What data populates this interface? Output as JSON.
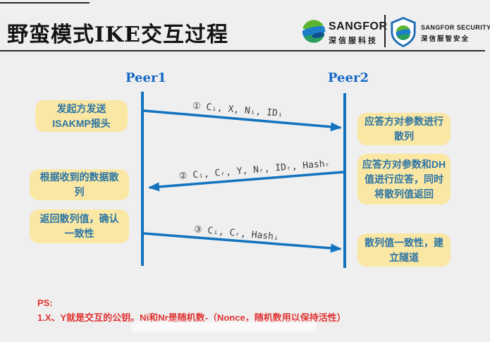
{
  "header": {
    "title": "野蛮模式IKE交互过程",
    "logo_primary": {
      "icon": "globe-swirl-icon",
      "name": "SANGFOR",
      "subtitle": "深信服科技"
    },
    "logo_secondary": {
      "icon": "shield-globe-icon",
      "name": "SANGFOR SECURITY",
      "subtitle": "深信服智安全"
    }
  },
  "diagram": {
    "peers": {
      "left": "Peer1",
      "right": "Peer2"
    },
    "messages": [
      {
        "step": "1",
        "label": "① Cᵢ, X, Nᵢ, IDᵢ",
        "from": "Peer1",
        "to": "Peer2"
      },
      {
        "step": "2",
        "label": "② Cᵢ, Cᵣ, Y, Nᵣ, IDᵣ, Hashᵣ",
        "from": "Peer2",
        "to": "Peer1"
      },
      {
        "step": "3",
        "label": "③ Cᵢ, Cᵣ, Hashᵢ",
        "from": "Peer1",
        "to": "Peer2"
      }
    ],
    "left_notes": [
      "发起方发送\nISAKMP报头",
      "根据收到的数据散\n列",
      "返回散列值，确认\n一致性"
    ],
    "right_notes": [
      "应答方对参数进行\n散列",
      "应答方对参数和DH\n值进行应答，同时\n将散列值返回",
      "散列值一致性，建\n立隧道"
    ]
  },
  "footnote": {
    "ps": "PS:",
    "line1": "1.X、Y就是交互的公钥。Ni和Nr是随机数-（Nonce，随机数用以保持活性）"
  },
  "colors": {
    "accent_blue": "#1273BF",
    "peer_label_blue": "#1567C6",
    "note_bg": "#FBE7A4",
    "note_text": "#2B74A4",
    "footnote_red": "#E03131",
    "rule_dark": "#2B2B2B"
  }
}
